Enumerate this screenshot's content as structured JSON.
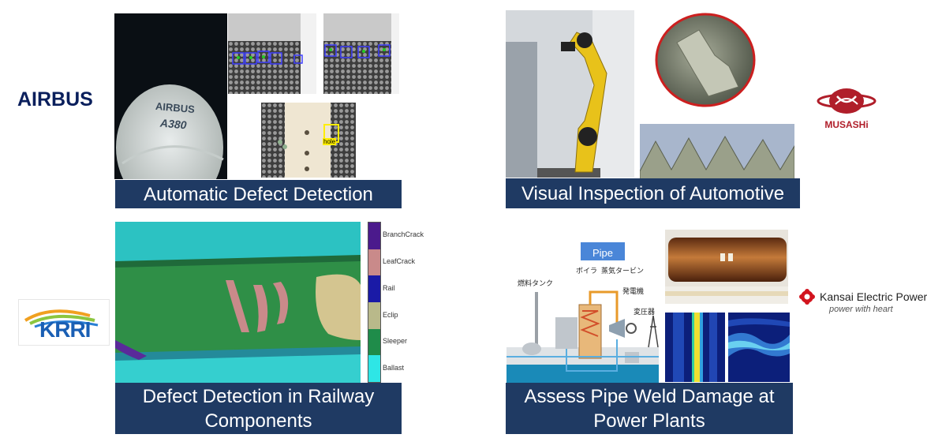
{
  "panels": {
    "airbus": {
      "caption": "Automatic Defect Detection",
      "logo": "AIRBUS",
      "fuselage_brand": "AIRBUS",
      "fuselage_model": "A380",
      "detection_label": "hole"
    },
    "automotive": {
      "caption": "Visual Inspection of Automotive",
      "logo": "MUSASHi"
    },
    "railway": {
      "caption_line1": "Defect Detection in Railway",
      "caption_line2": "Components",
      "logo": "KRRI",
      "legend": [
        {
          "label": "BranchCrack",
          "color": "#4b1a8c"
        },
        {
          "label": "LeafCrack",
          "color": "#c98a8a"
        },
        {
          "label": "Rail",
          "color": "#1a1aa6"
        },
        {
          "label": "Eclip",
          "color": "#b9b98a"
        },
        {
          "label": "Sleeper",
          "color": "#1f8c4a"
        },
        {
          "label": "Ballast",
          "color": "#2ee6e6"
        }
      ]
    },
    "power": {
      "caption_line1": "Assess Pipe Weld Damage at",
      "caption_line2": "Power Plants",
      "callout": "Pipe",
      "diagram_labels": {
        "fuel_tank": "燃料タンク",
        "boiler": "ボイラ",
        "steam_turbine": "蒸気タービン",
        "generator": "発電機",
        "transformer": "変圧器"
      },
      "logo_name": "Kansai Electric Power",
      "logo_tagline": "power with heart"
    }
  }
}
